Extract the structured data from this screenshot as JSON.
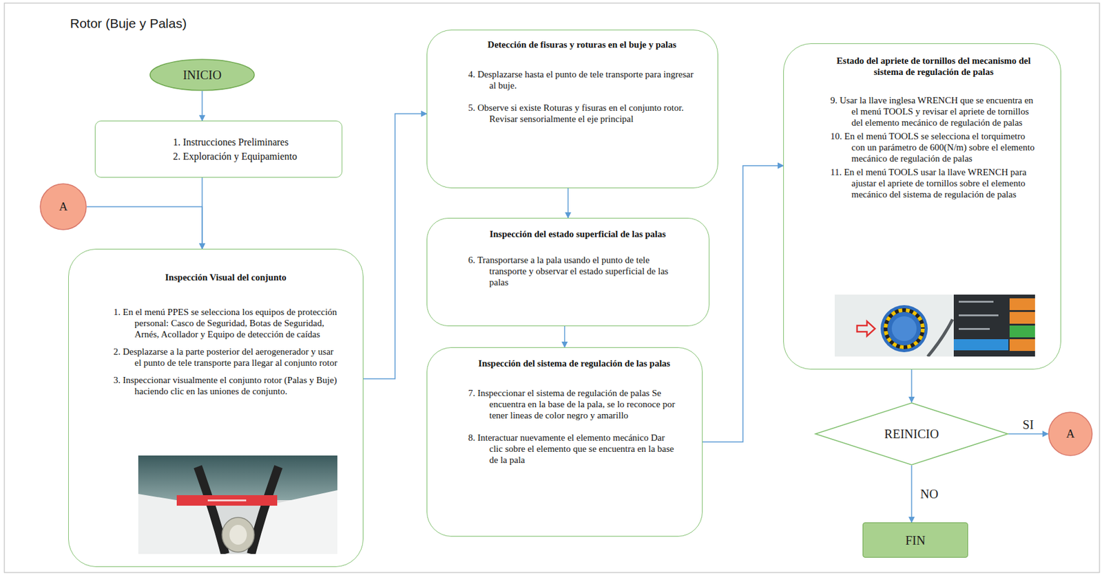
{
  "diagram": {
    "title": "Rotor (Buje y Palas)",
    "nodes": [
      {
        "text": [
          "INICIO"
        ]
      },
      {
        "text": [
          "1. Instrucciones Preliminares",
          "2. Exploración y Equipamiento"
        ]
      },
      {
        "text": [
          "A"
        ]
      },
      {
        "text": [
          "Inspección Visual del conjunto",
          "1. En el menú PPES se selecciona los equipos de protección personal: Casco de Seguridad, Botas de Seguridad, Arnés, Acollador y Equipo de detección de caídas",
          "2. Desplazarse a la parte posterior del aerogenerador y usar el punto de tele transporte para llegar al conjunto rotor",
          "3. Inspeccionar visualmente el conjunto rotor (Palas y Buje) haciendo clic en las uniones de conjunto."
        ]
      },
      {
        "text": [
          "Detección de fisuras y roturas en el buje y palas",
          "4. Desplazarse hasta el punto de tele transporte para ingresar al buje.",
          "5. Observe si existe Roturas y fisuras en el conjunto rotor. Revisar sensorialmente el eje principal"
        ]
      },
      {
        "text": [
          "Inspección del estado superficial de las palas",
          "6. Transportarse a la pala usando el punto de tele transporte y observar el estado superficial de las palas"
        ]
      },
      {
        "text": [
          "Inspección del sistema de regulación de las palas",
          "7. Inspeccionar el sistema de regulación de palas Se encuentra en la base de la pala, se lo reconoce por tener lineas de color negro y amarillo",
          "8. Interactuar nuevamente el elemento mecánico Dar clic sobre el elemento que se encuentra en la base de la pala"
        ]
      },
      {
        "text": [
          "Estado del apriete de tornillos del mecanismo del sistema de regulación de palas",
          "9. Usar la llave inglesa WRENCH que se encuentra en el menú TOOLS y revisar el apriete de tornillos del elemento mecánico de regulación de palas",
          "10. En el menú TOOLS se selecciona el torquimetro con un parámetro de 600(N/m) sobre el elemento mecánico de regulación de palas",
          "11. En el menú TOOLS usar la llave WRENCH para ajustar el apriete de tornillos sobre el elemento mecánico del sistema de regulación de palas"
        ]
      },
      {
        "text": [
          "REINICIO"
        ]
      },
      {
        "text": [
          "A"
        ]
      },
      {
        "text": [
          "FIN"
        ]
      }
    ],
    "edges": [
      {
        "from": 0,
        "to": 1,
        "arrow": "to"
      },
      {
        "from": 1,
        "to": 3,
        "arrow": "to"
      },
      {
        "from": 2,
        "to": 3,
        "arrow": "to"
      },
      {
        "from": 3,
        "to": 4,
        "arrow": "to"
      },
      {
        "from": 4,
        "to": 5,
        "arrow": "to"
      },
      {
        "from": 5,
        "to": 6,
        "arrow": "to"
      },
      {
        "from": 6,
        "to": 7,
        "arrow": "to"
      },
      {
        "from": 7,
        "to": 8,
        "arrow": "to"
      },
      {
        "from": 8,
        "to": 9,
        "label": "SI",
        "arrow": "to"
      },
      {
        "from": 8,
        "to": 10,
        "label": "NO",
        "arrow": "to"
      }
    ]
  }
}
